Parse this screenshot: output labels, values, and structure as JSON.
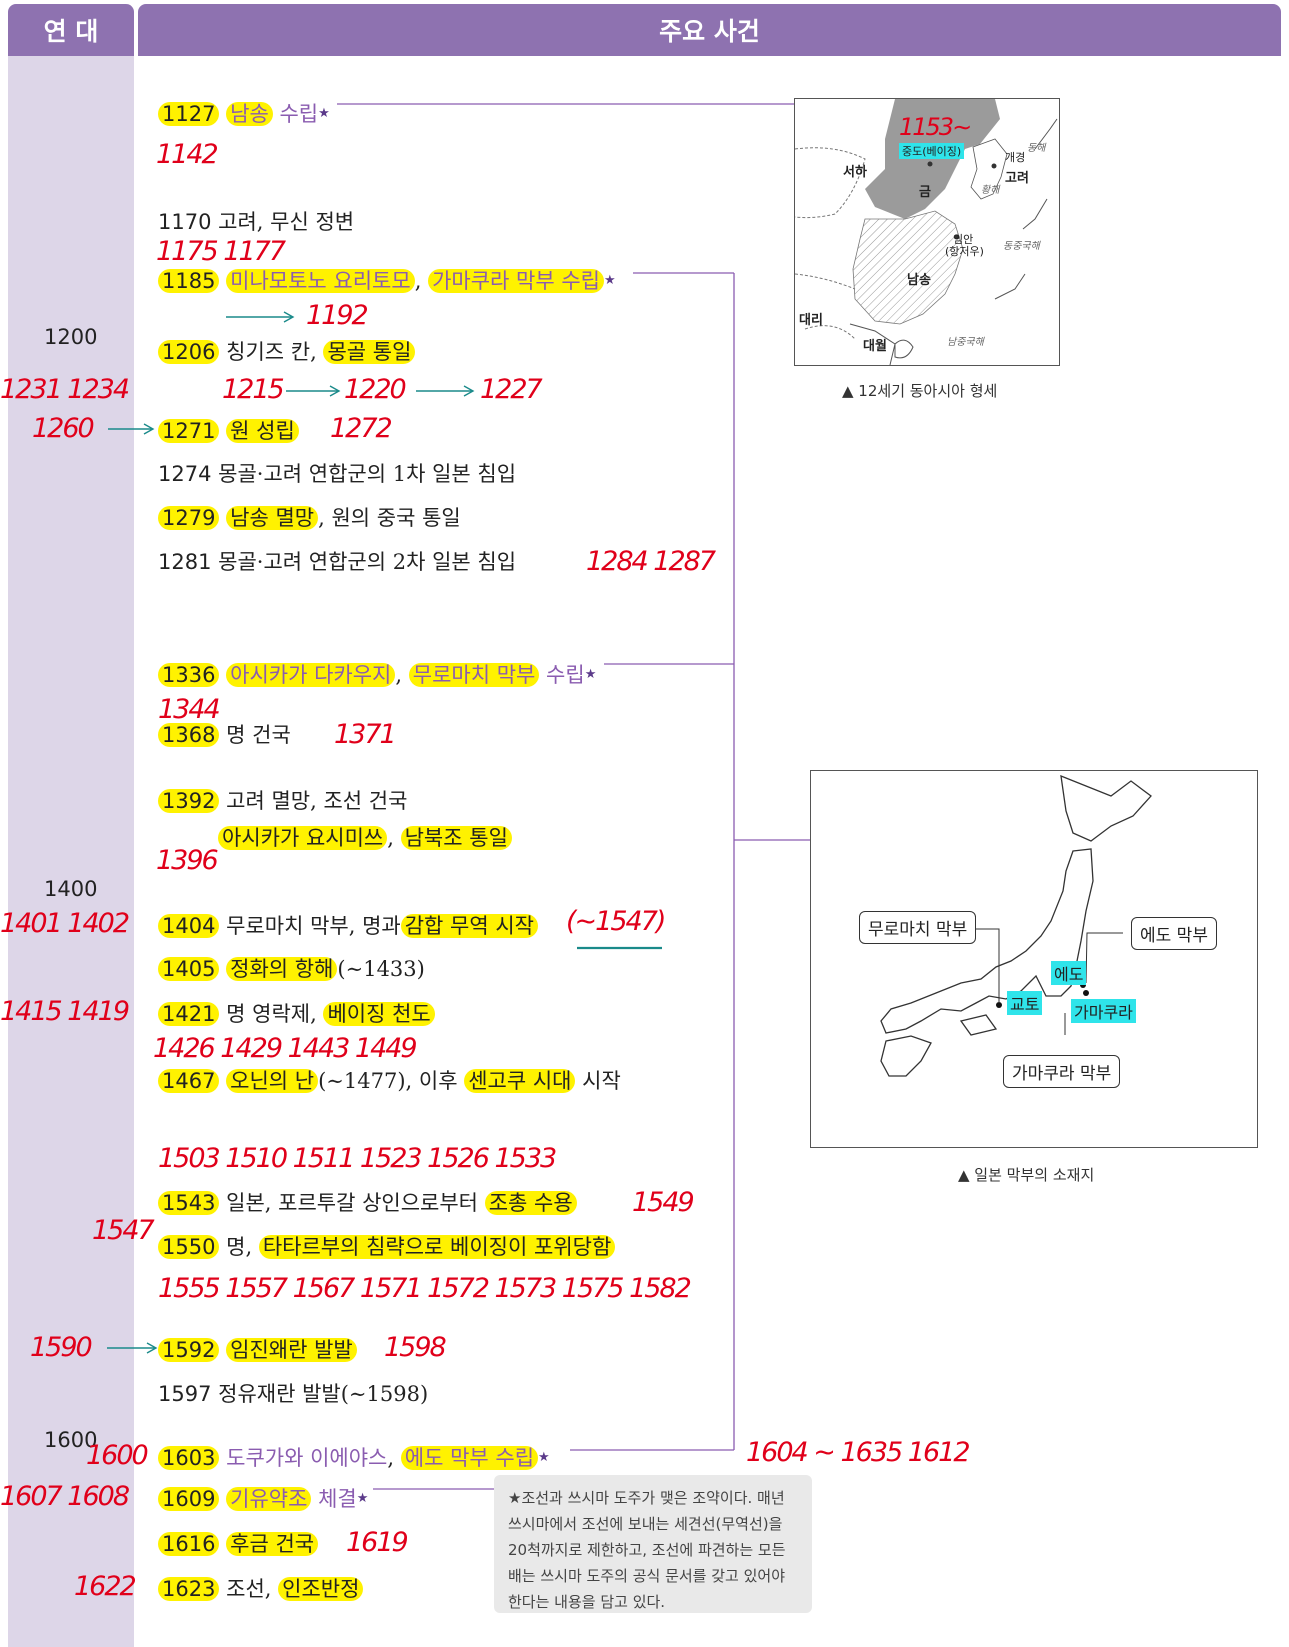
{
  "header": {
    "left": "연 대",
    "right": "주요 사건"
  },
  "centuries": {
    "c1200": "1200",
    "c1400": "1400",
    "c1600": "1600"
  },
  "events": {
    "e1127": {
      "year": "1127",
      "a": "남송",
      "b": "수립"
    },
    "e1170": {
      "year": "1170",
      "text": "고려, 무신 정변"
    },
    "e1185": {
      "year": "1185",
      "a": "미나모토노 요리토모",
      "sep": ", ",
      "b": "가마쿠라 막부 수립"
    },
    "e1206": {
      "year": "1206",
      "text": "칭기즈 칸, ",
      "a": "몽골 통일"
    },
    "e1271": {
      "year": "1271",
      "a": "원 성립"
    },
    "e1274": {
      "year": "1274",
      "text": "몽골·고려 연합군의 1차 일본 침입"
    },
    "e1279": {
      "year": "1279",
      "a": "남송 멸망",
      "text": ", 원의 중국 통일"
    },
    "e1281": {
      "year": "1281",
      "text": "몽골·고려 연합군의 2차 일본 침입"
    },
    "e1336": {
      "year": "1336",
      "a": "아시카가 다카우지",
      "sep": ", ",
      "b": "무로마치 막부",
      "c": "수립"
    },
    "e1368": {
      "year": "1368",
      "text": "명 건국"
    },
    "e1392": {
      "year": "1392",
      "text": "고려 멸망, 조선 건국"
    },
    "e1392b": {
      "a": "아시카가 요시미쓰",
      "sep": ", ",
      "b": "남북조 통일"
    },
    "e1404": {
      "year": "1404",
      "text": "무로마치 막부, 명과",
      "a": "감합 무역 시작"
    },
    "e1405": {
      "year": "1405",
      "a": "정화의 항해",
      "text": "(∼1433)"
    },
    "e1421": {
      "year": "1421",
      "text": "명 영락제, ",
      "a": "베이징 천도"
    },
    "e1467": {
      "year": "1467",
      "a": "오닌의 난",
      "text": "(∼1477), 이후 ",
      "b": "센고쿠 시대",
      "c": " 시작"
    },
    "e1543": {
      "year": "1543",
      "text": "일본, 포르투갈 상인으로부터 ",
      "a": "조총 수용"
    },
    "e1550": {
      "year": "1550",
      "text": "명, ",
      "a": "타타르부의 침략으로 베이징이 포위당함"
    },
    "e1592": {
      "year": "1592",
      "a": "임진왜란 발발"
    },
    "e1597": {
      "year": "1597",
      "text": "정유재란 발발(∼1598)"
    },
    "e1603": {
      "year": "1603",
      "a": "도쿠가와 이에야스",
      "sep": ", ",
      "b": "에도 막부 수립"
    },
    "e1609": {
      "year": "1609",
      "a": "기유약조",
      "b": "체결"
    },
    "e1616": {
      "year": "1616",
      "a": "후금 건국"
    },
    "e1623": {
      "year": "1623",
      "text": "조선, ",
      "a": "인조반정"
    }
  },
  "star": "★",
  "handwritten": {
    "h1142": "1142",
    "h1175": "1175  1177",
    "h1192": "1192",
    "h1231": "1231  1234",
    "h1215": "1215",
    "h1220": "1220",
    "h1227": "1227",
    "h1260": "1260",
    "h1272": "1272",
    "h1284": "1284  1287",
    "h1344": "1344",
    "h1371": "1371",
    "h1396": "1396",
    "h1401": "1401  1402",
    "h1547a": "(∼1547)",
    "h1415": "1415  1419",
    "h1426": "1426  1429  1443  1449",
    "h1503": "1503  1510  1511  1523  1526  1533",
    "h1549": "1549",
    "h1547b": "1547",
    "h1555": "1555  1557     1567  1571  1572  1573  1575  1582",
    "h1590": "1590",
    "h1598": "1598",
    "h1600": "1600",
    "h1604": "1604 ∼ 1635     1612",
    "h1607": "1607  1608",
    "h1619": "1619",
    "h1622": "1622"
  },
  "map1": {
    "caption": "▲ 12세기 동아시아 형세",
    "labels": {
      "zhongdu": "중도(베이징)",
      "seoha": "서하",
      "geum": "금",
      "kaegyeong": "개경",
      "goryeo": "고려",
      "hwanghae": "황해",
      "donghae": "동해",
      "imanl": "임안",
      "imanl2": "(항저우)",
      "namsong": "남송",
      "dongjung": "동중국해",
      "daeri": "대리",
      "daewol": "대월",
      "namjung": "남중국해",
      "h1153": "1153∼"
    }
  },
  "map2": {
    "caption": "▲ 일본 막부의 소재지",
    "labels": {
      "muromachi": "무로마치 막부",
      "edo_bakufu": "에도 막부",
      "edo": "에도",
      "kyoto": "교토",
      "kamakura": "가마쿠라",
      "kamakura_bakufu": "가마쿠라 막부"
    }
  },
  "note": "★조선과 쓰시마 도주가 맺은 조약이다. 매년 쓰시마에서 조선에 보내는 세견선(무역선)을 20척까지로 제한하고, 조선에 파견하는 모든 배는 쓰시마 도주의 공식 문서를 갖고 있어야 한다는 내용을 담고 있다.",
  "colors": {
    "header": "#8e72b0",
    "left_column": "#ddd6e8",
    "highlight": "#fff200",
    "handwriting": "#e0001a",
    "connector": "#8a5cb0",
    "arrow": "#1a8a8a",
    "cyan": "#2fe4ea"
  }
}
